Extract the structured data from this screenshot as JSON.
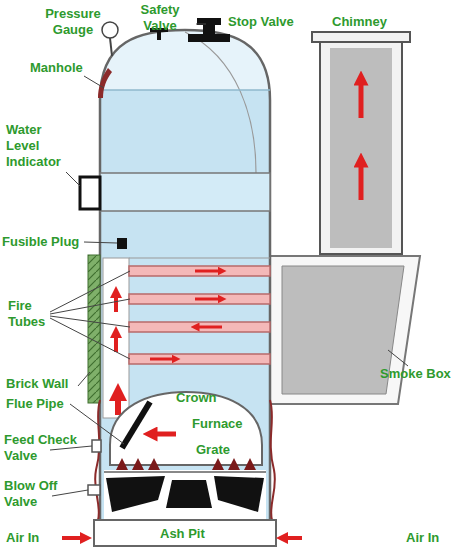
{
  "diagram": {
    "labels": [
      "Pressure Gauge",
      "Safety Valve",
      "Stop Valve",
      "Chimney",
      "Manhole",
      "Water Level Indicator",
      "Fusible Plug",
      "Fire Tubes",
      "Brick Wall",
      "Flue Pipe",
      "Feed Check Valve",
      "Blow Off Valve",
      "Air In",
      "Ash Pit",
      "Air In",
      "Crown",
      "Furnace",
      "Grate",
      "Smoke Box"
    ]
  }
}
